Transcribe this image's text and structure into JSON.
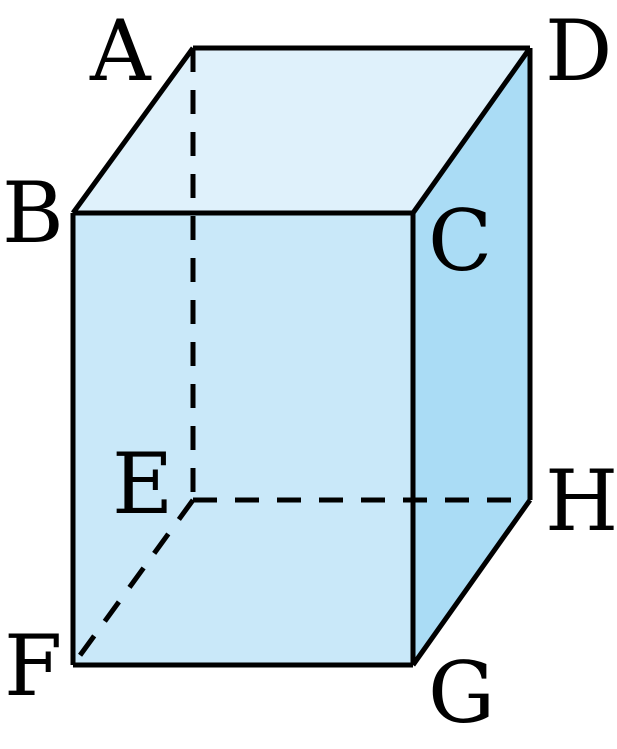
{
  "figure": {
    "type": "rectangular-prism",
    "colors": {
      "top_face": "#dff1fb",
      "front_face": "#c9e8f9",
      "right_face": "#aadcf5",
      "edges": "#000000"
    },
    "hidden_edges_dashed": true
  },
  "vertices": {
    "A": "A",
    "B": "B",
    "C": "C",
    "D": "D",
    "E": "E",
    "F": "F",
    "G": "G",
    "H": "H"
  }
}
